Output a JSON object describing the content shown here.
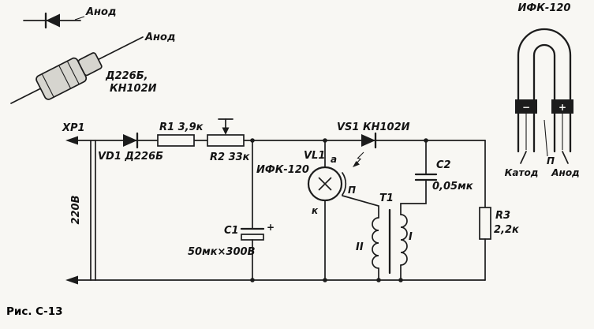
{
  "caption": "Рис. С-13",
  "legend": {
    "symbol_anode": "Анод",
    "photo_anode": "Анод",
    "photo_type_line1": "Д226Б,",
    "photo_type_line2": "КН102И",
    "lamp": {
      "title": "ИФК-120",
      "minus": "−",
      "plus": "+",
      "trigger": "П",
      "cathode": "Катод",
      "anode": "Анод"
    }
  },
  "circuit": {
    "connector": "ХР1",
    "mains_voltage": "220В",
    "vd1_label": "VD1 Д226Б",
    "r1_label": "R1 3,9к",
    "r2_label": "R2 33к",
    "vl1_ref": "VL1",
    "vl1_type": "ИФК-120",
    "vl1_anode": "а",
    "vl1_cathode": "к",
    "vl1_trigger": "П",
    "vs1_label": "VS1 КН102И",
    "c1_ref": "C1",
    "c1_plus": "+",
    "c1_value": "50мк×300В",
    "c2_ref": "C2",
    "c2_value": "0,05мк",
    "t1_ref": "T1",
    "winding_primary": "I",
    "winding_secondary": "II",
    "r3_ref": "R3",
    "r3_value": "2,2к"
  }
}
